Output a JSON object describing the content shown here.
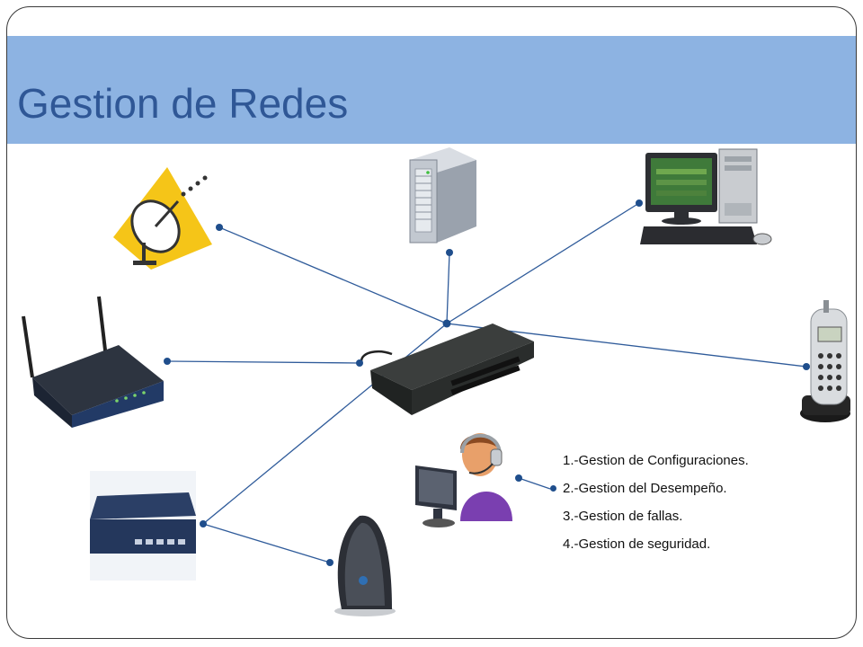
{
  "title": "Gestion de Redes",
  "colors": {
    "title_band": "#8db3e2",
    "title_text": "#2f5796",
    "link": "#2f5b9a",
    "node": "#1f4e8c"
  },
  "devices": [
    {
      "name": "satellite-dish",
      "icon": "satellite-dish-icon"
    },
    {
      "name": "server",
      "icon": "server-tower-icon"
    },
    {
      "name": "desktop-computer",
      "icon": "desktop-computer-icon"
    },
    {
      "name": "wireless-router",
      "icon": "wireless-router-icon"
    },
    {
      "name": "network-switch",
      "icon": "network-switch-icon"
    },
    {
      "name": "cordless-phone",
      "icon": "cordless-phone-icon"
    },
    {
      "name": "network-hub",
      "icon": "network-hub-icon"
    },
    {
      "name": "network-operator",
      "icon": "operator-headset-icon"
    },
    {
      "name": "wireless-gateway",
      "icon": "wireless-gateway-icon"
    }
  ],
  "tasks": [
    "1.-Gestion de Configuraciones.",
    "2.-Gestion del Desempeño.",
    "3.-Gestion de fallas.",
    "4.-Gestion de seguridad."
  ]
}
